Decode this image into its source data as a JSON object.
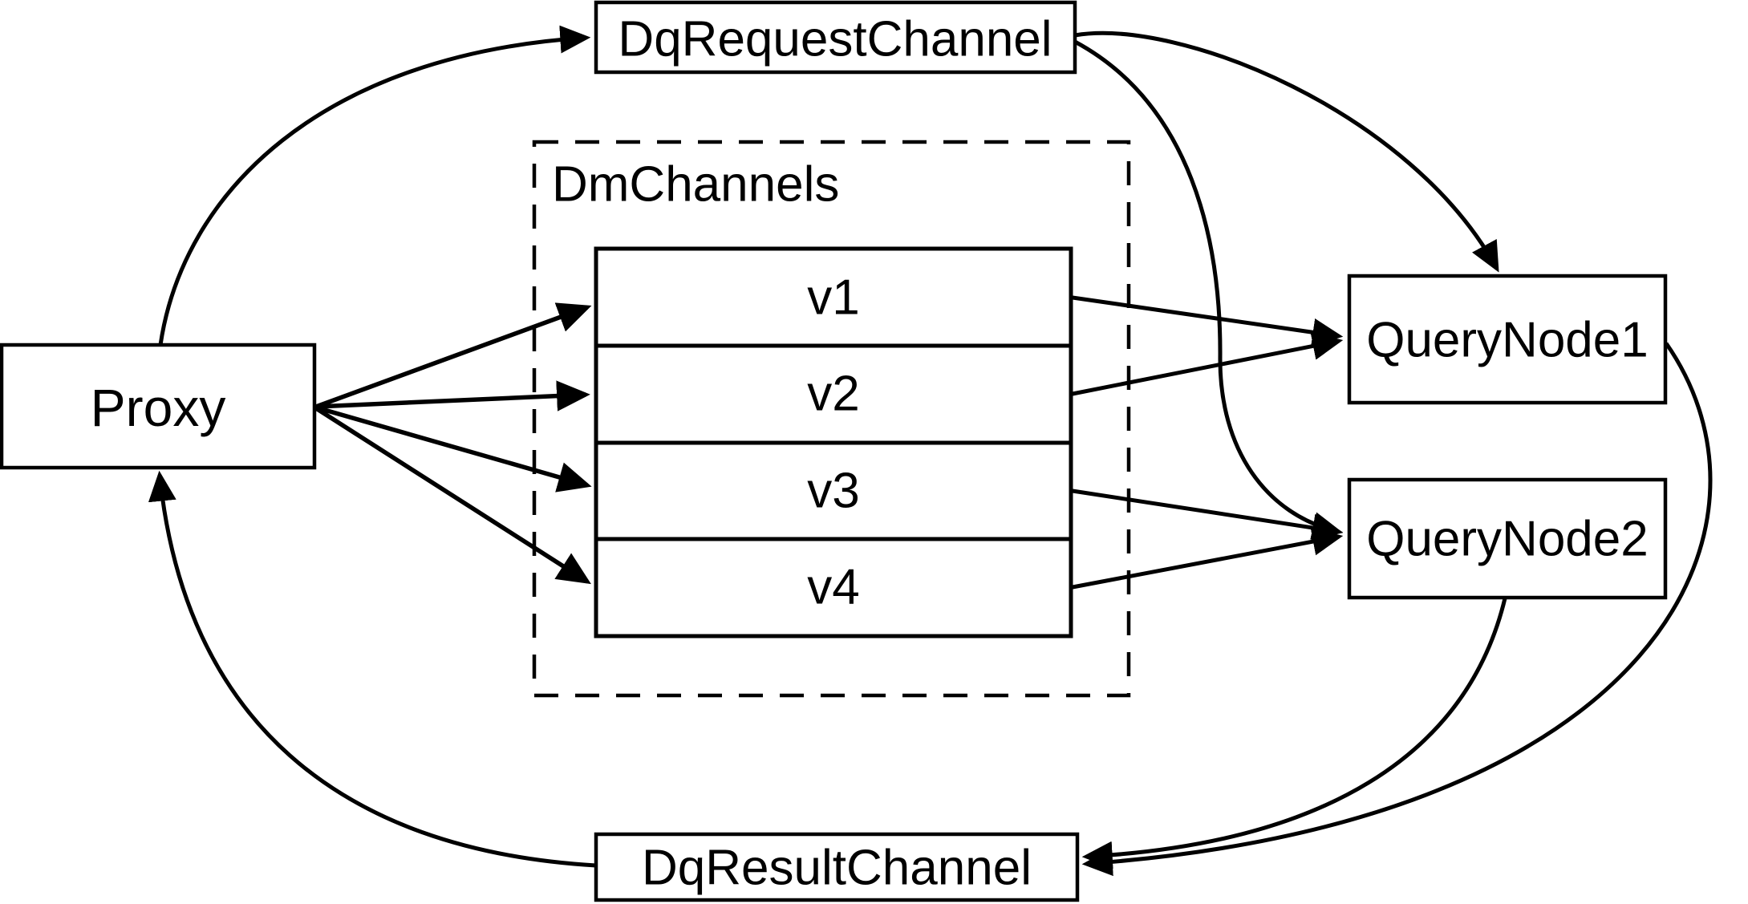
{
  "diagram": {
    "background": "#ffffff",
    "line_color": "#000000",
    "node_fill": "#ffffff",
    "nodes": {
      "proxy": {
        "label": "Proxy"
      },
      "dq_request_channel": {
        "label": "DqRequestChannel"
      },
      "dm_channels": {
        "label": "DmChannels",
        "rows": [
          "v1",
          "v2",
          "v3",
          "v4"
        ]
      },
      "query_node_1": {
        "label": "QueryNode1"
      },
      "query_node_2": {
        "label": "QueryNode2"
      },
      "dq_result_channel": {
        "label": "DqResultChannel"
      }
    },
    "edges": [
      {
        "from": "Proxy",
        "to": "DqRequestChannel"
      },
      {
        "from": "DqRequestChannel",
        "to": "QueryNode1"
      },
      {
        "from": "DqRequestChannel",
        "to": "QueryNode2"
      },
      {
        "from": "Proxy",
        "to": "v1"
      },
      {
        "from": "Proxy",
        "to": "v2"
      },
      {
        "from": "Proxy",
        "to": "v3"
      },
      {
        "from": "Proxy",
        "to": "v4"
      },
      {
        "from": "v1",
        "to": "QueryNode1"
      },
      {
        "from": "v2",
        "to": "QueryNode1"
      },
      {
        "from": "v3",
        "to": "QueryNode2"
      },
      {
        "from": "v4",
        "to": "QueryNode2"
      },
      {
        "from": "QueryNode1",
        "to": "DqResultChannel"
      },
      {
        "from": "QueryNode2",
        "to": "DqResultChannel"
      },
      {
        "from": "DqResultChannel",
        "to": "Proxy"
      }
    ]
  }
}
